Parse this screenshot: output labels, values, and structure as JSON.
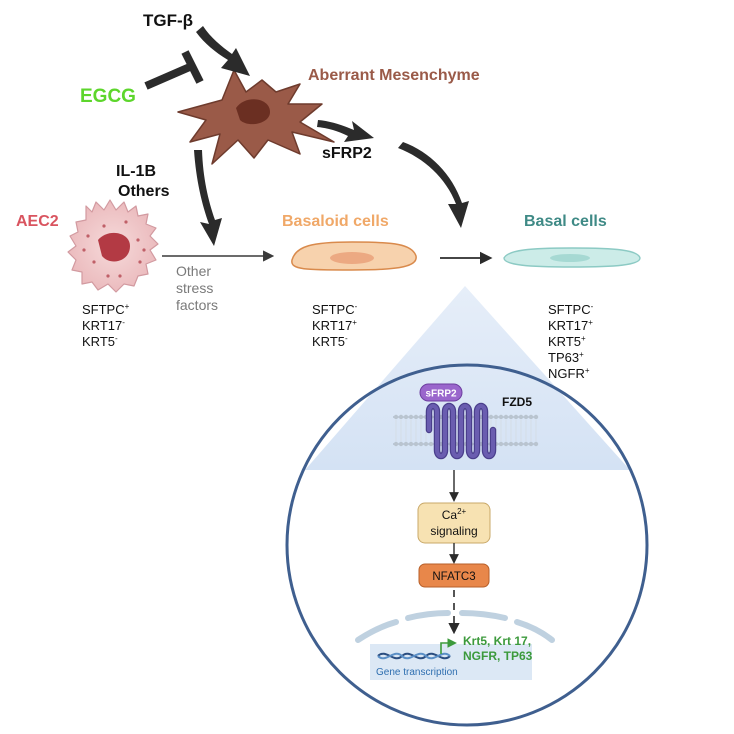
{
  "top": {
    "tgfb": "TGF-β",
    "egcg": "EGCG",
    "aberrant_mesenchyme": "Aberrant Mesenchyme",
    "sfrp2": "sFRP2",
    "il1b": "IL-1B",
    "others": "Others"
  },
  "cells": {
    "aec2": {
      "name": "AEC2",
      "markers": [
        {
          "gene": "SFTPC",
          "sign": "+"
        },
        {
          "gene": "KRT17",
          "sign": "-"
        },
        {
          "gene": "KRT5",
          "sign": "-"
        }
      ]
    },
    "other_stress": [
      "Other",
      "stress",
      "factors"
    ],
    "basaloid": {
      "name": "Basaloid cells",
      "markers": [
        {
          "gene": "SFTPC",
          "sign": "-"
        },
        {
          "gene": "KRT17",
          "sign": "+"
        },
        {
          "gene": "KRT5",
          "sign": "-"
        }
      ]
    },
    "basal": {
      "name": "Basal cells",
      "markers": [
        {
          "gene": "SFTPC",
          "sign": "-"
        },
        {
          "gene": "KRT17",
          "sign": "+"
        },
        {
          "gene": "KRT5",
          "sign": "+"
        },
        {
          "gene": "TP63",
          "sign": "+"
        },
        {
          "gene": "NGFR",
          "sign": "+"
        }
      ]
    }
  },
  "inset": {
    "sfrp2": "sFRP2",
    "fzd5": "FZD5",
    "ca_base": "Ca",
    "ca_sup": "2+",
    "signaling": "signaling",
    "nfatc3": "NFATC3",
    "genes_line1": "Krt5, Krt 17,",
    "genes_line2": "NGFR, TP63",
    "gene_transcription": "Gene transcription"
  },
  "colors": {
    "egcg": "#5dd62c",
    "mesenchyme": "#9a5a48",
    "aec2": "#d9545f",
    "basaloid": "#f0a868",
    "basal": "#3f8a86",
    "inset_ring": "#3f5f8f",
    "receptor": "#5a4fa0",
    "sfrp2_pill": "#9a66cc",
    "ca_box": "#f7e2b2",
    "nfatc3_box": "#e8874a",
    "genes": "#3c9a3c",
    "arrow": "#2b2b2b"
  }
}
